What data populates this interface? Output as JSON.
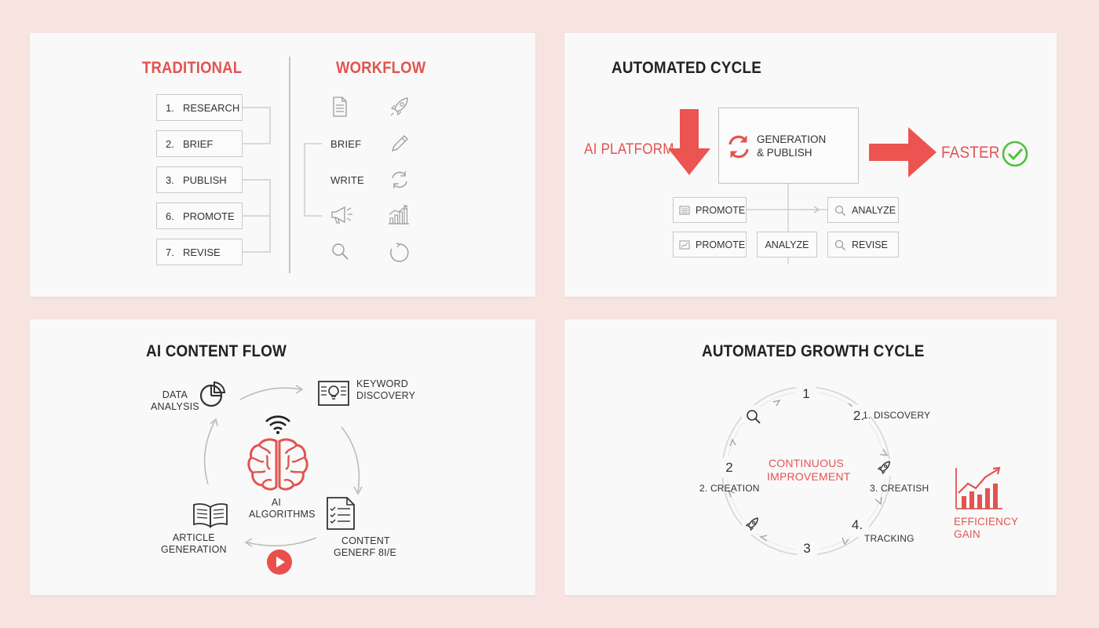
{
  "panels": {
    "traditional": {
      "title_left": "TRADITIONAL",
      "title_right": "WORKFLOW",
      "steps": [
        {
          "num": "1.",
          "label": "RESEARCH"
        },
        {
          "num": "2.",
          "label": "BRIEF"
        },
        {
          "num": "3.",
          "label": "PUBLISH"
        },
        {
          "num": "6.",
          "label": "PROMOTE"
        },
        {
          "num": "7.",
          "label": "REVISE"
        }
      ],
      "workflow_labels": [
        "BRIEF",
        "WRITE"
      ],
      "icons": [
        "document-icon",
        "rocket-icon",
        "pencil-icon",
        "refresh-icon",
        "megaphone-icon",
        "growth-chart-icon",
        "search-icon",
        "cycle-icon"
      ]
    },
    "automated": {
      "title": "AUTOMATED CYCLE",
      "ai_platform": "AI PLATFORM",
      "generation": "GENERATION",
      "publish": "& PUBLISH",
      "faster": "FASTER",
      "boxes": {
        "promote_1": "PROMOTE",
        "analyze_1": "ANALYZE",
        "promote_2": "PROMOTE",
        "analyze_2": "ANALYZE",
        "revise": "REVISE"
      }
    },
    "ai_flow": {
      "title": "AI CONTENT FLOW",
      "data_analysis": [
        "DATA",
        "ANALYSIS"
      ],
      "keyword_discovery": [
        "KEYWORD",
        "DISCOVERY"
      ],
      "ai_algorithms": [
        "AI",
        "ALGORITHMS"
      ],
      "article_generation": [
        "ARTICLE",
        "GENERATION"
      ],
      "content_gen": [
        "CONTENT",
        "GENERF 8I/E"
      ]
    },
    "growth": {
      "title": "AUTOMATED GROWTH CYCLE",
      "center": [
        "CONTINUOUS",
        "IMPROVEMENT"
      ],
      "nodes": {
        "n1": "1",
        "n2": "2.",
        "n2_left": "2",
        "n3": "3",
        "n4": "4."
      },
      "labels": {
        "discovery": "1. DISCOVERY",
        "creation": "2. CREATION",
        "creatish": "3. CREATISH",
        "tracking": "TRACKING"
      },
      "efficiency": [
        "EFFICIENCY",
        "GAIN"
      ]
    }
  },
  "colors": {
    "accent": "#e25450",
    "check": "#4cc43a",
    "background": "#f7e4e0"
  }
}
